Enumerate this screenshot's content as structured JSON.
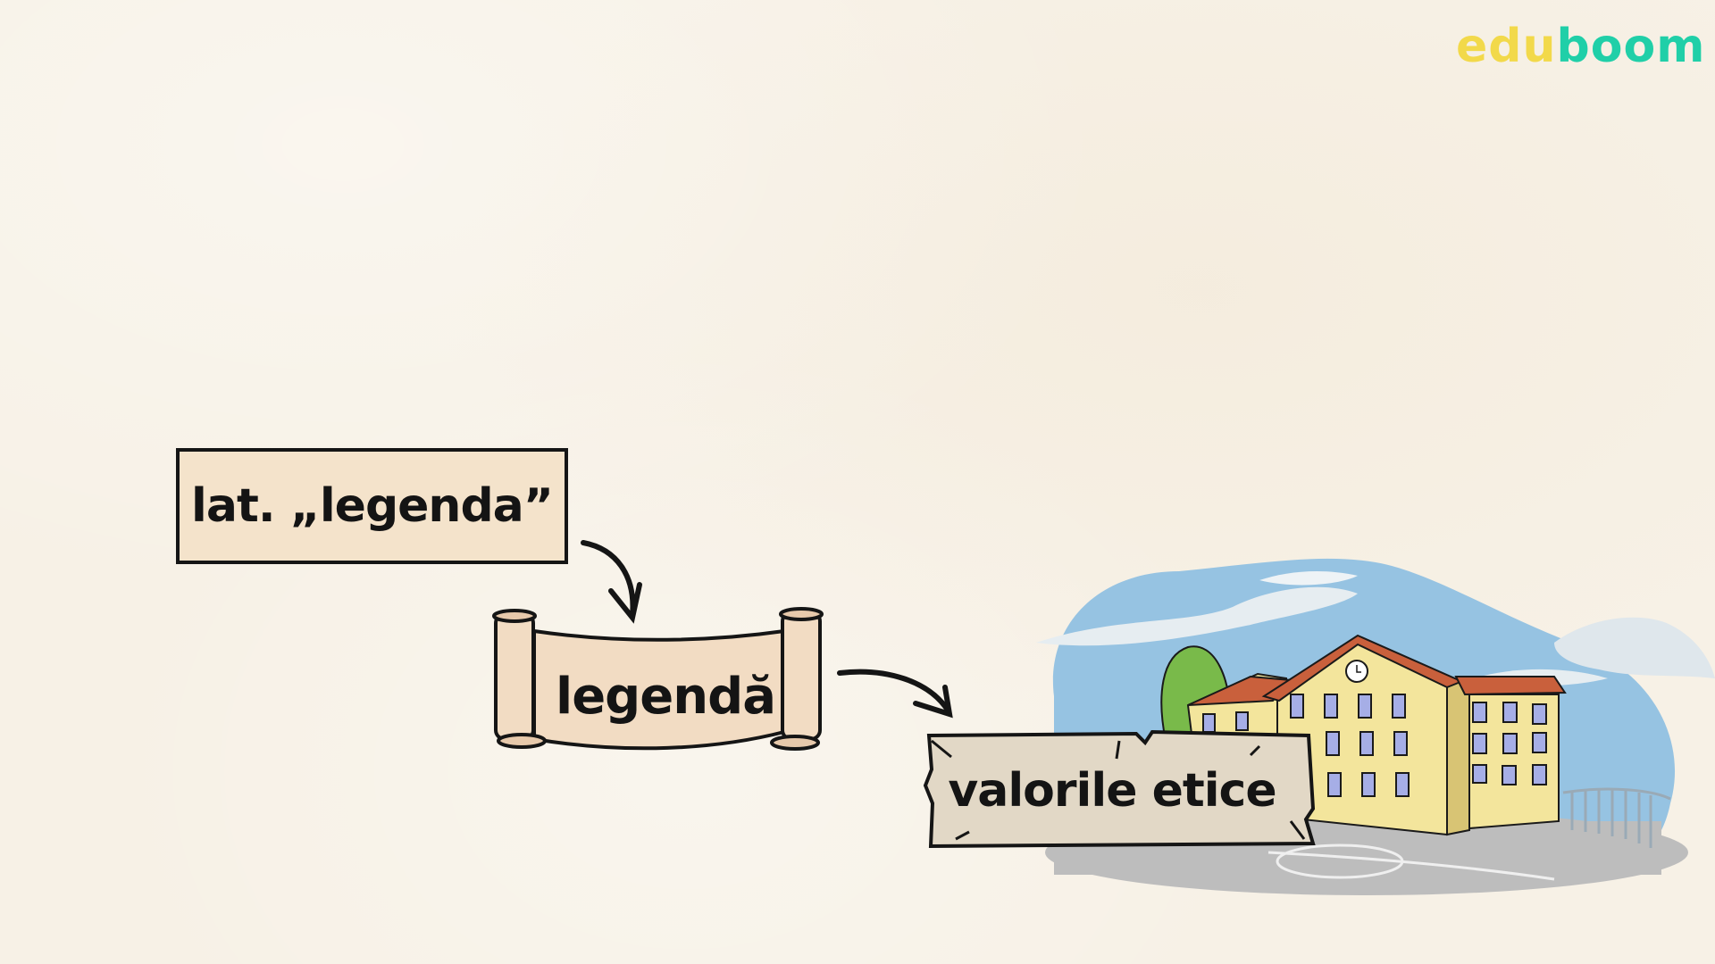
{
  "logo": {
    "part1": "edu",
    "part2": "boom",
    "colors": {
      "edu": "#f2d94a",
      "boom": "#20cfa8"
    }
  },
  "diagram": {
    "nodes": [
      {
        "id": "latin",
        "label": "lat. „legenda”",
        "shape": "rectangle",
        "fill": "#f4e3cb"
      },
      {
        "id": "legenda",
        "label": "legendă",
        "shape": "scroll",
        "fill": "#f2dcc3"
      },
      {
        "id": "values",
        "label": "valorile etice",
        "shape": "wooden-plank",
        "fill": "#e2d8c6"
      }
    ],
    "edges": [
      {
        "from": "latin",
        "to": "legenda"
      },
      {
        "from": "legenda",
        "to": "values"
      }
    ],
    "illustration": "school-building"
  }
}
